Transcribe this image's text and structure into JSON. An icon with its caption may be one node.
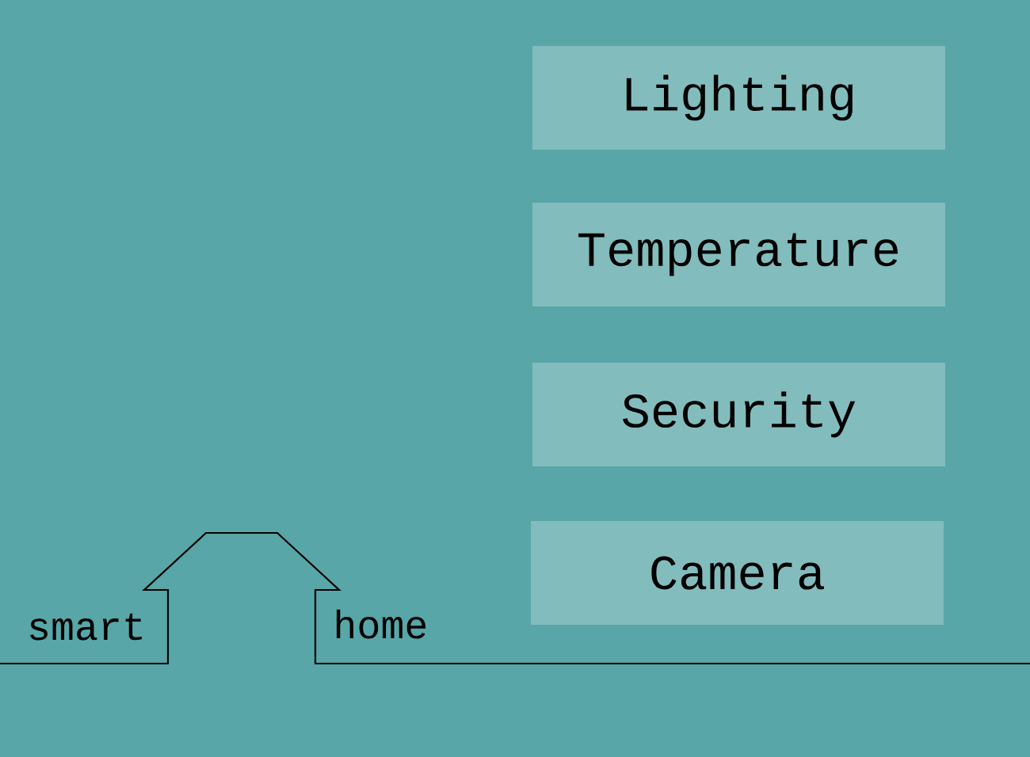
{
  "diagram": {
    "nodes": [
      {
        "text": [
          "Lighting"
        ]
      },
      {
        "text": [
          "Temperature"
        ]
      },
      {
        "text": [
          "Security"
        ]
      },
      {
        "text": [
          "Camera"
        ]
      }
    ],
    "labels": [
      "smart",
      "home"
    ]
  }
}
